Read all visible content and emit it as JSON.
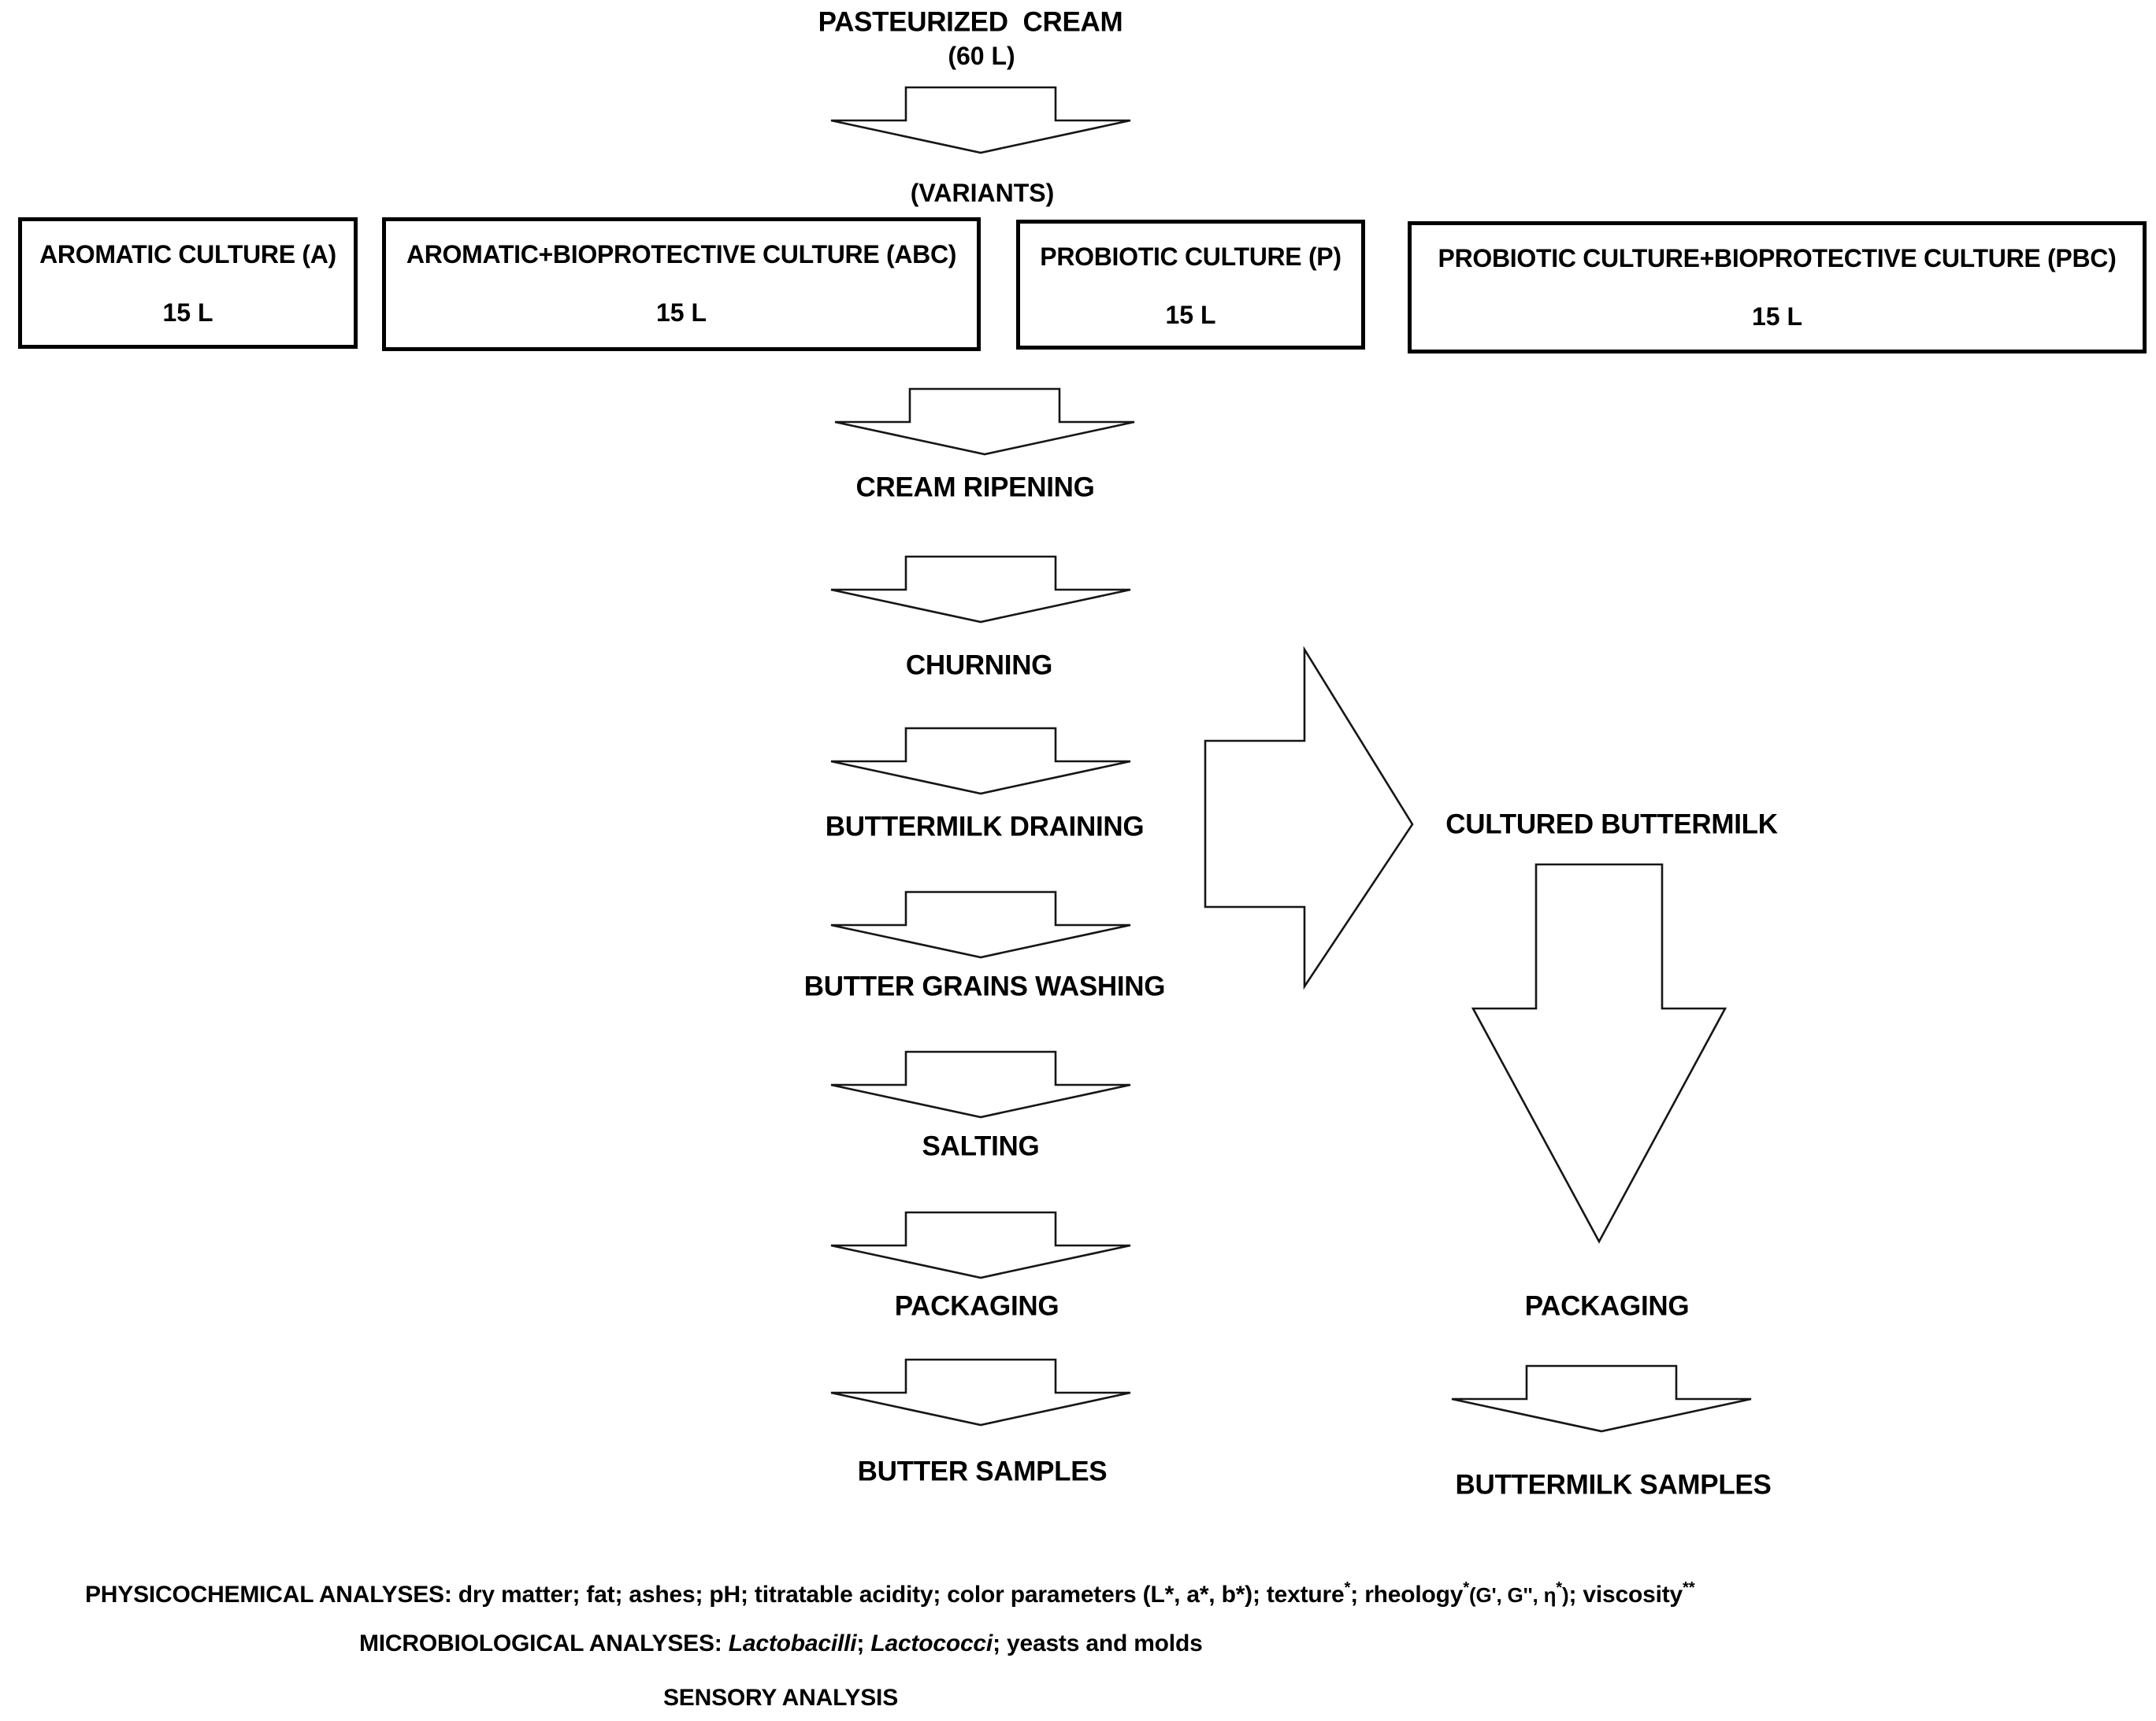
{
  "header": {
    "title": "PASTEURIZED  CREAM",
    "volume": "(60 L)",
    "variants_label": "(VARIANTS)"
  },
  "variant_boxes": [
    {
      "title": "AROMATIC CULTURE (A)",
      "volume": "15 L"
    },
    {
      "title": "AROMATIC+BIOPROTECTIVE CULTURE (ABC)",
      "volume": "15 L"
    },
    {
      "title": "PROBIOTIC CULTURE (P)",
      "volume": "15 L"
    },
    {
      "title": "PROBIOTIC CULTURE+BIOPROTECTIVE CULTURE (PBC)",
      "volume": "15 L"
    }
  ],
  "butter_process_steps": [
    "CREAM RIPENING",
    "CHURNING",
    "BUTTERMILK DRAINING",
    "BUTTER GRAINS WASHING",
    "SALTING",
    "PACKAGING",
    "BUTTER SAMPLES"
  ],
  "buttermilk_branch": {
    "product": "CULTURED BUTTERMILK",
    "packaging": "PACKAGING",
    "samples": "BUTTERMILK SAMPLES"
  },
  "analyses": {
    "physicochemical": {
      "heading": "PHYSICOCHEMICAL ANALYSES: ",
      "body1": "dry matter; fat; ashes; pH; titratable acidity; color parameters (L*, a*, b*); texture",
      "texture_sup": "*",
      "body2": "; rheology",
      "rheology_sup": "*",
      "detail_open": "(G', G'', ",
      "eta": "η",
      "eta_sup": "*",
      "detail_close": ")",
      "body3": "; viscosity",
      "viscosity_sup": "**"
    },
    "microbiological": {
      "heading": "MICROBIOLOGICAL ANALYSES: ",
      "species1": "Lactobacilli",
      "sep1": "; ",
      "species2": "Lactococci",
      "tail": "; yeasts and molds"
    },
    "sensory": "SENSORY ANALYSIS"
  },
  "colors": {
    "ink": "#000000",
    "background": "#ffffff"
  }
}
